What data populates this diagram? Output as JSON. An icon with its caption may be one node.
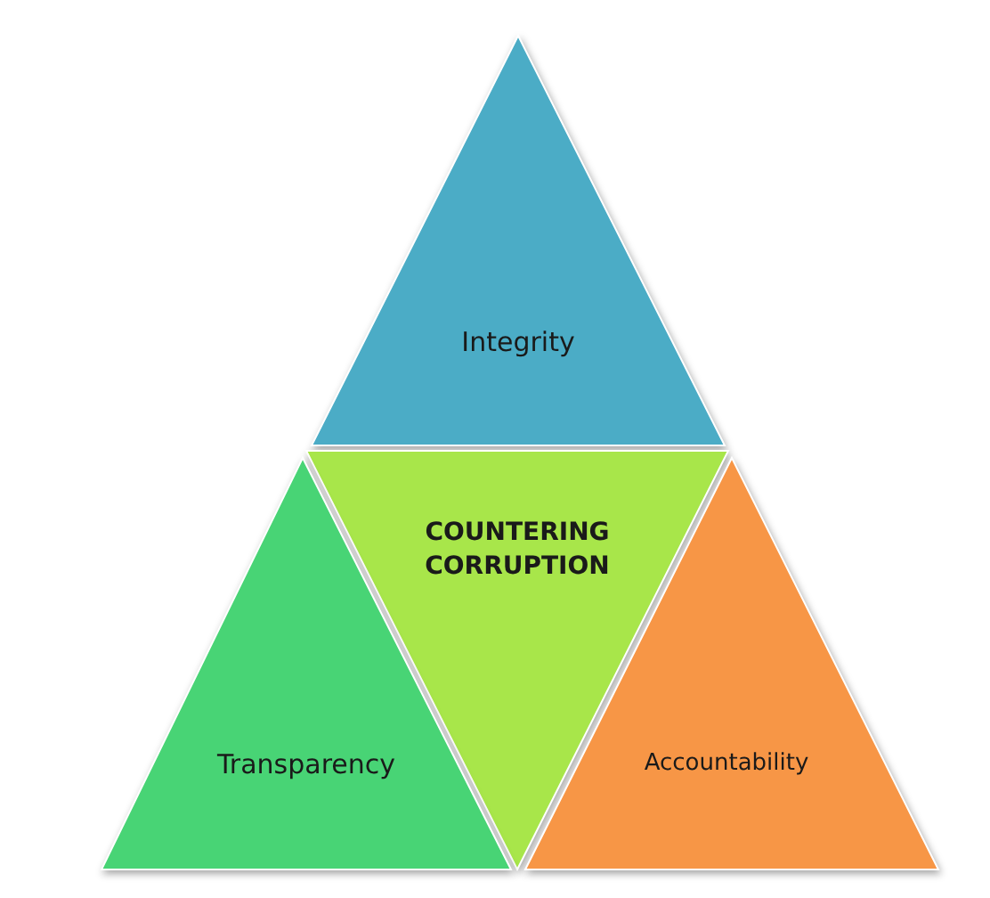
{
  "diagram": {
    "nodes": [
      {
        "text": [
          "Integrity"
        ]
      },
      {
        "text": [
          "COUNTERING CORRUPTION"
        ]
      },
      {
        "text": [
          "Transparency"
        ]
      },
      {
        "text": [
          "Accountability"
        ]
      }
    ]
  }
}
